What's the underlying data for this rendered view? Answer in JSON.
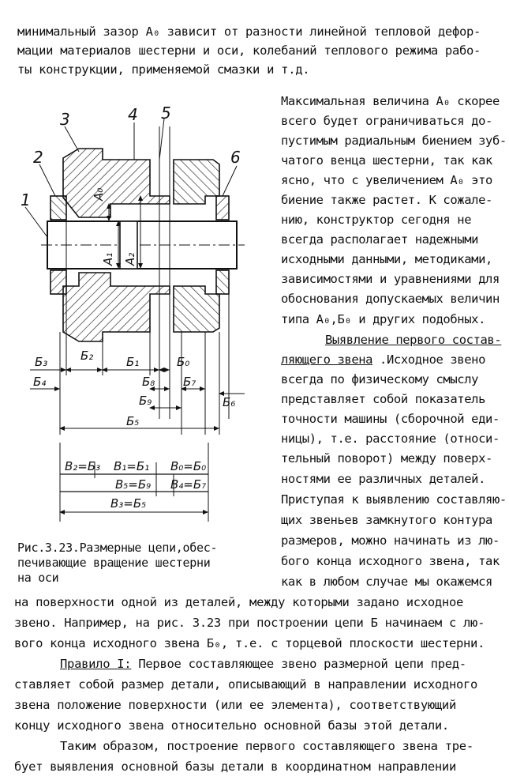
{
  "top_lines": [
    "минимальный зазор A₀ зависит от разности линейной тепловой дефор-",
    "мации материалов шестерни и оси, колебаний теплового режима рабо-",
    "ты конструкции, применяемой смазки и т.д."
  ],
  "right_column": [
    "Максимальная величина A₀ скорее",
    "всего будет ограничиваться до-",
    "пустимым радиальным биением зуб-",
    "чатого венца шестерни, так как",
    "ясно, что с увеличением A₀ это",
    "биение также растет. К сожале-",
    "нию, конструктор сегодня не",
    "всегда располагает надежными",
    "исходными данными, методиками,",
    "зависимостями и уравнениями для",
    "обоснования допускаемых величин",
    "типа A₀,Б₀ и других подобных."
  ],
  "section_heading_part1": "Выявление первого состав-",
  "section_heading_part2": "ляющего звена",
  "section_text_after_heading": " .Исходное звено",
  "right_column_2": [
    "всегда по физическому смыслу",
    "представляет собой показатель",
    "точности машины (сборочной еди-",
    "ницы), т.е. расстояние (относи-",
    "тельный поворот) между поверх-",
    "ностями ее различных деталей.",
    "Приступая к выявлению составляю-",
    "щих звеньев замкнутого контура",
    "размеров, можно начинать из лю-",
    "бого конца исходного звена, так",
    "как в любом случае мы окажемся"
  ],
  "figure_caption": [
    "Рис.3.23.Размерные цепи,обес-",
    "печивающие вращение шестерни",
    "на оси"
  ],
  "bottom_lines": [
    "на поверхности одной из деталей, между которыми задано исходное",
    "звено. Например, на рис. 3.23 при построении цепи Б начинаем с лю-",
    "вого конца исходного звена Б₀, т.е. с торцевой плоскости шестерни."
  ],
  "rule_label": "Правило I:",
  "rule_lines": [
    " Первое составляющее звено размерной цепи пред-",
    "ставляет собой размер детали, описывающий в направлении исходного",
    "звена положение поверхности (или ее элемента), соответствующий",
    "концу исходного звена относительно основной базы этой детали."
  ],
  "final_lines": [
    "Таким образом, построение первого составляющего звена тре-",
    "бует выявления основной базы детали в координатном направлении"
  ],
  "figure": {
    "part_numbers": [
      "1",
      "2",
      "3",
      "4",
      "5",
      "6"
    ],
    "gap_labels": [
      "A₀",
      "A₁",
      "A₂"
    ],
    "dim_labels": [
      "Б₃",
      "Б₂",
      "Б₁",
      "Б₀",
      "Б₄",
      "Б₈",
      "Б₇",
      "Б₉",
      "Б₆",
      "Б₅"
    ],
    "chain_labels": [
      "В₂=Б₃",
      "В₁=Б₁",
      "В₀=Б₀",
      "В₅=Б₉",
      "В₄=Б₇",
      "В₃=Б₅"
    ]
  }
}
